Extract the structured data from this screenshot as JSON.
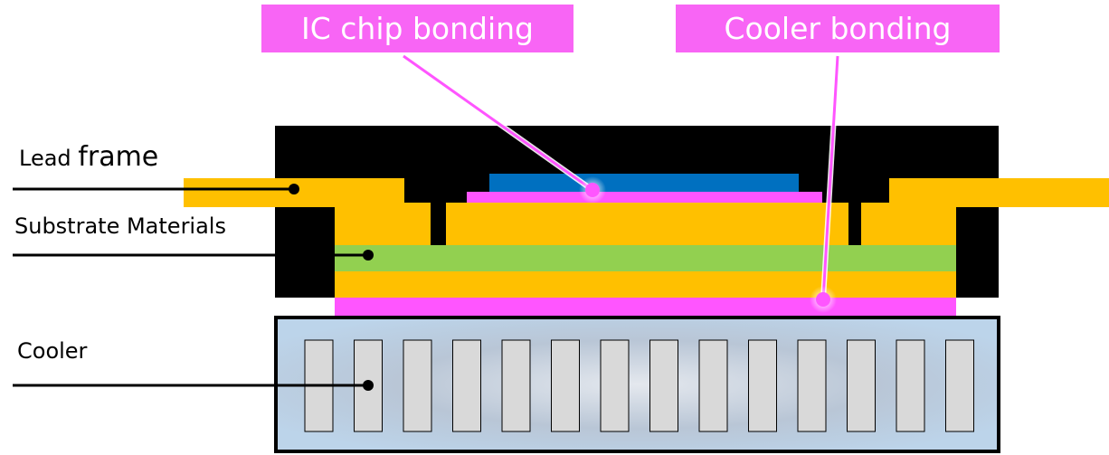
{
  "callouts": {
    "ic_chip_bonding": "IC chip bonding",
    "cooler_bonding": "Cooler bonding"
  },
  "labels": {
    "lead_prefix": "Lead",
    "lead_suffix": "frame",
    "substrate": "Substrate Materials",
    "cooler": "Cooler"
  },
  "colors": {
    "mold": "#000000",
    "lead_frame": "#ffc000",
    "substrate_insulator": "#92d050",
    "chip": "#0070c0",
    "bonding": "#ff55ff",
    "callout": "#f865f5",
    "cooler_body": "#c8d6e6",
    "cooler_fin": "#d9d9d9"
  },
  "cooler_fin_count": 14
}
